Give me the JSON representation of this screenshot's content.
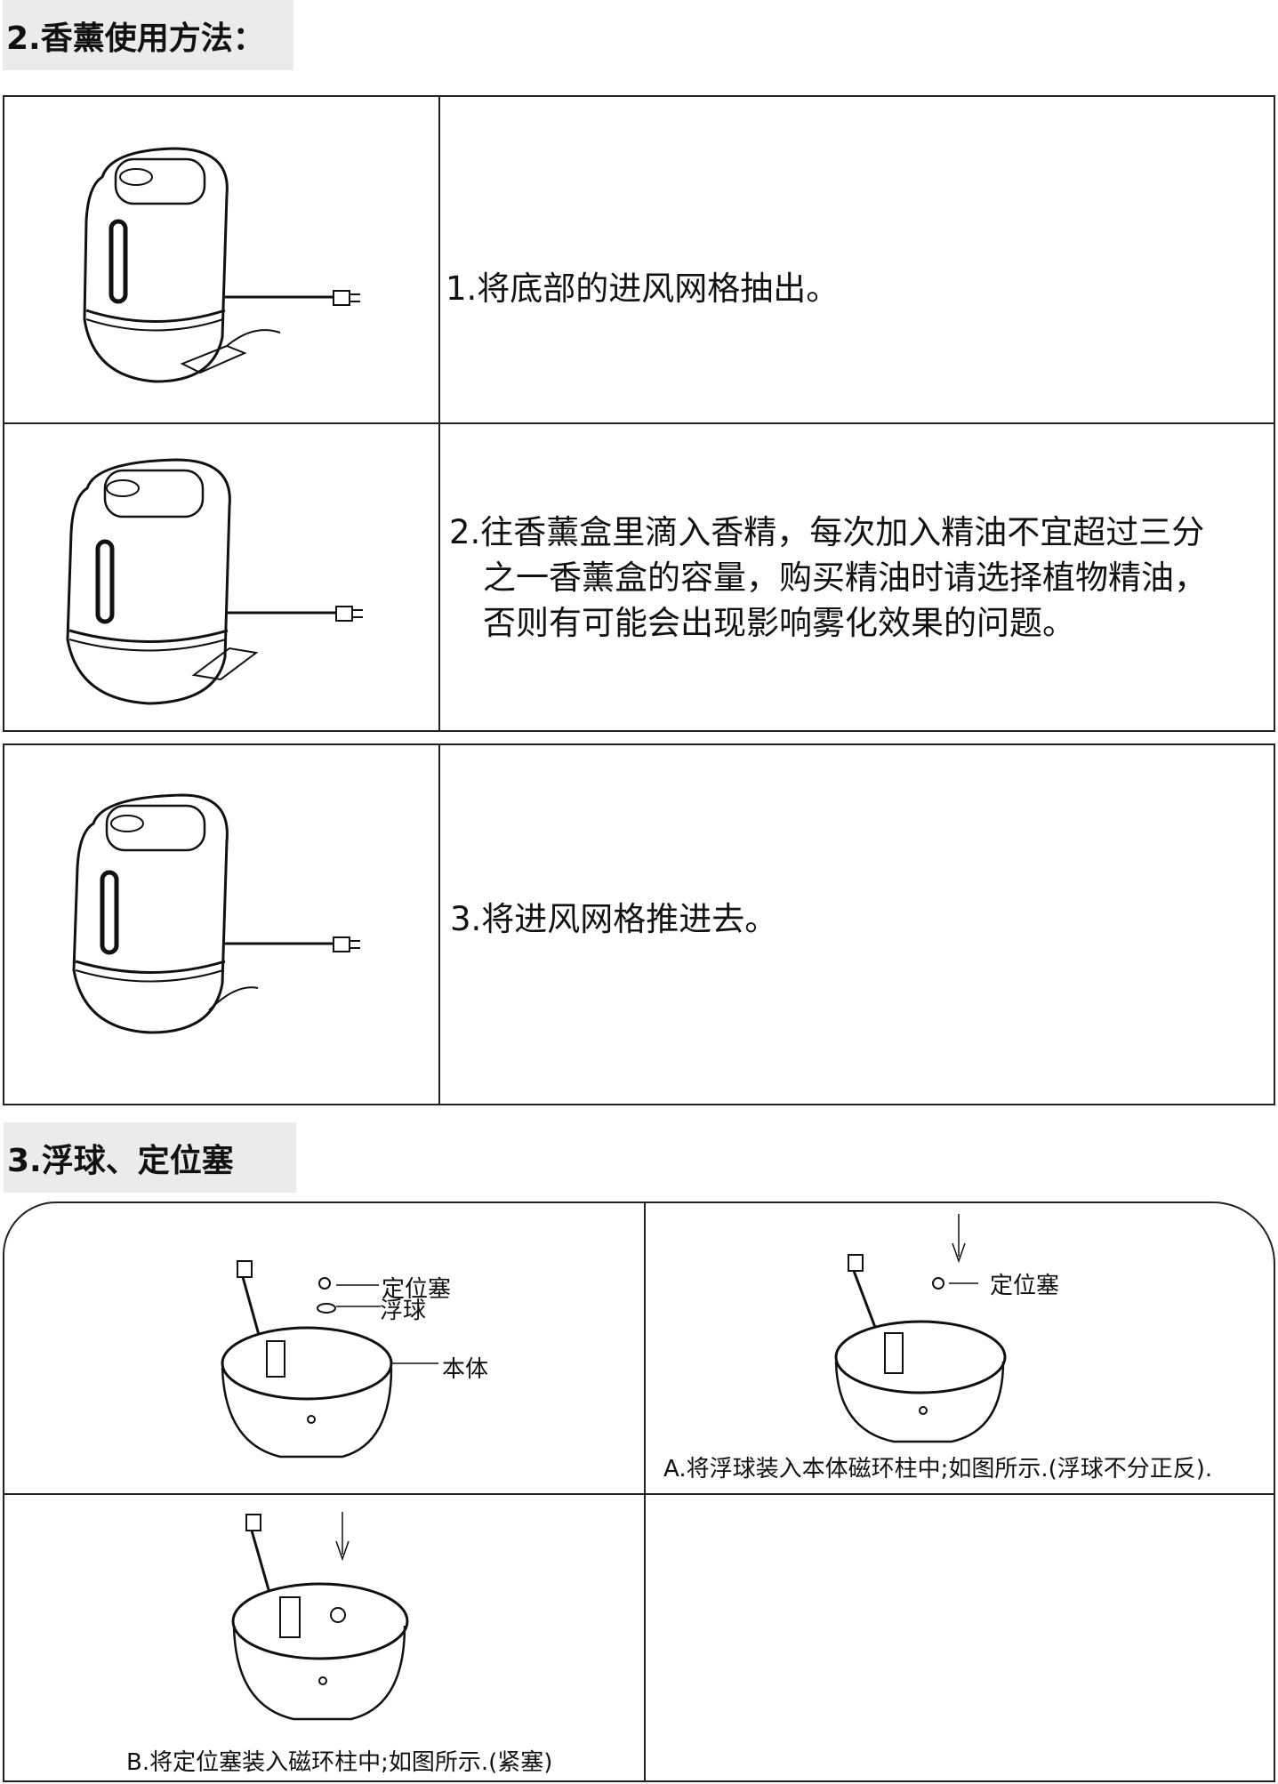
{
  "section2": {
    "title": "2.香薰使用方法：",
    "steps": [
      {
        "text": "1.将底部的进风网格抽出。"
      },
      {
        "line1": "2.往香薰盒里滴入香精，每次加入精油不宜超过三分",
        "line2": "之一香薰盒的容量，购买精油时请选择植物精油，",
        "line3": "否则有可能会出现影响雾化效果的问题。"
      },
      {
        "text": "3.将进风网格推进去。"
      }
    ]
  },
  "section3": {
    "title": "3.浮球、定位塞",
    "labels": {
      "plug": "定位塞",
      "float": "浮球",
      "body": "本体"
    },
    "caption_a": "A.将浮球装入本体磁环柱中;如图所示.(浮球不分正反).",
    "caption_b": "B.将定位塞装入磁环柱中;如图所示.(紧塞)"
  }
}
